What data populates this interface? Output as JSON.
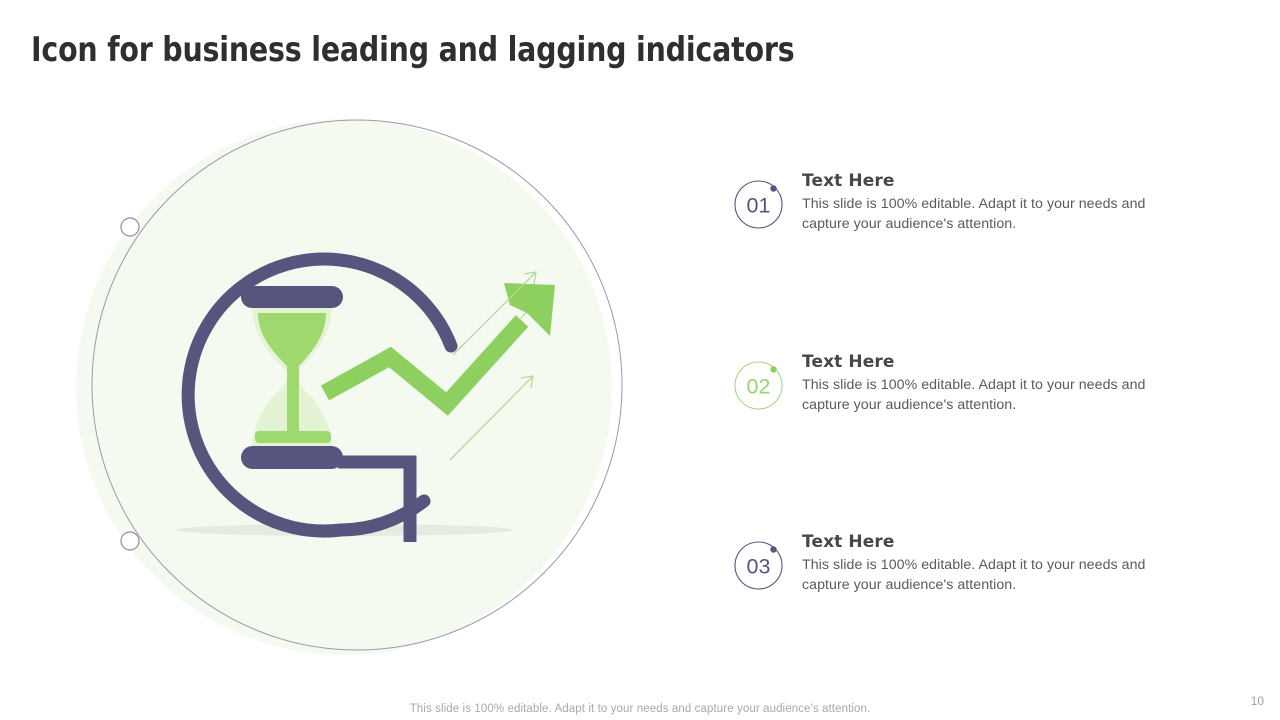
{
  "slide": {
    "title": "Icon for business leading and lagging indicators",
    "page_number": "10",
    "footer_note": "This slide is 100% editable. Adapt it to your needs and capture your audience's attention."
  },
  "colors": {
    "title": "#2f2f2f",
    "purple": "#57547e",
    "green": "#8ed060",
    "green_light": "#d9f0c2",
    "circle_bg": "#f5faf1",
    "ring_outline": "#9a9aa8",
    "body_text": "#5a5a60",
    "head_text": "#46464b",
    "footer_text": "#a8a8ad"
  },
  "illustration": {
    "name": "leading-lagging-indicators-icon",
    "parts": [
      "background-circle",
      "outer-ring",
      "marker-dot-top",
      "marker-dot-bottom",
      "refresh-arrow-circle",
      "hourglass",
      "growth-arrow",
      "thin-arrow-upper",
      "thin-arrow-lower",
      "ground-shadow"
    ]
  },
  "items": [
    {
      "number": "01",
      "heading": "Text Here",
      "body": "This slide is 100% editable. Adapt it to your needs and capture your audience's attention.",
      "accent": "#57547e"
    },
    {
      "number": "02",
      "heading": "Text Here",
      "body": "This slide is 100% editable. Adapt it to your needs and capture your audience's attention.",
      "accent": "#8ed060"
    },
    {
      "number": "03",
      "heading": "Text Here",
      "body": "This slide is 100% editable. Adapt it to your needs and capture your audience's attention.",
      "accent": "#57547e"
    }
  ]
}
